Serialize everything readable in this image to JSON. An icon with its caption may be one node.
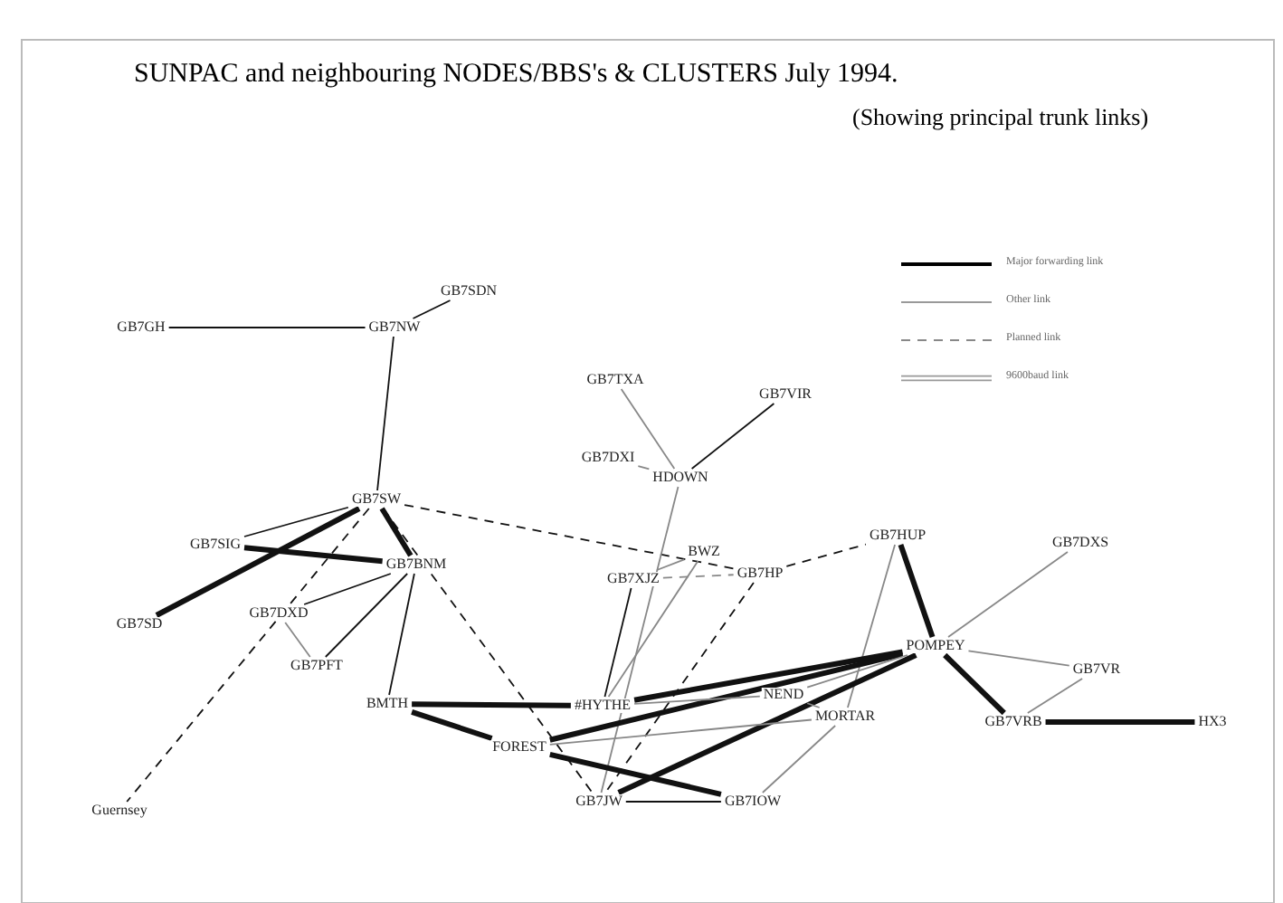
{
  "diagram": {
    "title": "SUNPAC and neighbouring NODES/BBS's & CLUSTERS  July 1994.",
    "nodes": [
      {
        "text": [
          "GB7GH"
        ]
      },
      {
        "text": [
          "GB7NW"
        ]
      },
      {
        "text": [
          "GB7SDN"
        ]
      },
      {
        "text": [
          "GB7SW"
        ]
      },
      {
        "text": [
          "GB7SIG"
        ]
      },
      {
        "text": [
          "GB7SD"
        ]
      },
      {
        "text": [
          "GB7TXA"
        ]
      },
      {
        "text": [
          "GB7VIR"
        ]
      },
      {
        "text": [
          "GB7DXI"
        ]
      },
      {
        "text": [
          "HDOWN"
        ]
      },
      {
        "text": [
          "GB7BNM"
        ]
      },
      {
        "text": [
          "GB7DXD"
        ]
      },
      {
        "text": [
          "BWZ"
        ]
      },
      {
        "text": [
          "GB7XJZ"
        ]
      },
      {
        "text": [
          "GB7HP"
        ]
      },
      {
        "text": [
          "GB7HUP"
        ]
      },
      {
        "text": [
          "GB7DXS"
        ]
      },
      {
        "text": [
          "GB7PFT"
        ]
      },
      {
        "text": [
          "POMPEY"
        ]
      },
      {
        "text": [
          "BMTH"
        ]
      },
      {
        "text": [
          "#HYTHE"
        ]
      },
      {
        "text": [
          "NEND"
        ]
      },
      {
        "text": [
          "GB7VR"
        ]
      },
      {
        "text": [
          "MORTAR"
        ]
      },
      {
        "text": [
          "GB7VRB"
        ]
      },
      {
        "text": [
          "HX3"
        ]
      },
      {
        "text": [
          "FOREST"
        ]
      },
      {
        "text": [
          "Guernsey"
        ]
      },
      {
        "text": [
          "GB7JW"
        ]
      },
      {
        "text": [
          "GB7IOW"
        ]
      }
    ],
    "edges": [
      {
        "from": 0,
        "to": 1,
        "arrow": "none"
      },
      {
        "from": 1,
        "to": 2,
        "arrow": "none"
      },
      {
        "from": 1,
        "to": 3,
        "arrow": "none"
      },
      {
        "from": 3,
        "to": 4,
        "arrow": "none"
      },
      {
        "from": 3,
        "to": 5,
        "arrow": "none",
        "style": "thick"
      },
      {
        "from": 4,
        "to": 10,
        "arrow": "none",
        "style": "thick"
      },
      {
        "from": 3,
        "to": 10,
        "arrow": "none",
        "style": "thick"
      },
      {
        "from": 3,
        "to": 27,
        "arrow": "none",
        "style": "dashed"
      },
      {
        "from": 3,
        "to": 28,
        "arrow": "none",
        "style": "dashed"
      },
      {
        "from": 3,
        "to": 14,
        "arrow": "none",
        "style": "dashed"
      },
      {
        "from": 10,
        "to": 11,
        "arrow": "none"
      },
      {
        "from": 10,
        "to": 17,
        "arrow": "none"
      },
      {
        "from": 11,
        "to": 17,
        "arrow": "none",
        "color": "#888888"
      },
      {
        "from": 10,
        "to": 19,
        "arrow": "none"
      },
      {
        "from": 19,
        "to": 20,
        "arrow": "none",
        "style": "thick"
      },
      {
        "from": 19,
        "to": 26,
        "arrow": "none",
        "style": "thick"
      },
      {
        "from": 6,
        "to": 9,
        "arrow": "none",
        "color": "#888888"
      },
      {
        "from": 8,
        "to": 9,
        "arrow": "none",
        "color": "#888888"
      },
      {
        "from": 7,
        "to": 9,
        "arrow": "none"
      },
      {
        "from": 9,
        "to": 28,
        "arrow": "none",
        "color": "#888888"
      },
      {
        "from": 12,
        "to": 13,
        "arrow": "none",
        "color": "#888888"
      },
      {
        "from": 12,
        "to": 20,
        "arrow": "none",
        "color": "#888888"
      },
      {
        "from": 13,
        "to": 14,
        "arrow": "none",
        "style": "dashed",
        "color": "#888888"
      },
      {
        "from": 13,
        "to": 20,
        "arrow": "none"
      },
      {
        "from": 14,
        "to": 15,
        "arrow": "none",
        "style": "dashed"
      },
      {
        "from": 14,
        "to": 28,
        "arrow": "none",
        "style": "dashed"
      },
      {
        "from": 15,
        "to": 18,
        "arrow": "none",
        "style": "thick"
      },
      {
        "from": 15,
        "to": 23,
        "arrow": "none",
        "color": "#888888"
      },
      {
        "from": 18,
        "to": 20,
        "arrow": "none",
        "style": "thick"
      },
      {
        "from": 18,
        "to": 26,
        "arrow": "none",
        "style": "thick"
      },
      {
        "from": 18,
        "to": 28,
        "arrow": "none",
        "style": "thick"
      },
      {
        "from": 18,
        "to": 21,
        "arrow": "none",
        "color": "#888888"
      },
      {
        "from": 18,
        "to": 16,
        "arrow": "none",
        "color": "#888888"
      },
      {
        "from": 18,
        "to": 22,
        "arrow": "none",
        "color": "#888888"
      },
      {
        "from": 18,
        "to": 24,
        "arrow": "none",
        "style": "thick"
      },
      {
        "from": 22,
        "to": 24,
        "arrow": "none",
        "color": "#888888"
      },
      {
        "from": 24,
        "to": 25,
        "arrow": "none",
        "style": "thick"
      },
      {
        "from": 20,
        "to": 21,
        "arrow": "none",
        "color": "#888888"
      },
      {
        "from": 21,
        "to": 23,
        "arrow": "none",
        "color": "#888888"
      },
      {
        "from": 26,
        "to": 23,
        "arrow": "none",
        "color": "#888888"
      },
      {
        "from": 26,
        "to": 29,
        "arrow": "none",
        "style": "thick"
      },
      {
        "from": 28,
        "to": 29,
        "arrow": "none"
      },
      {
        "from": 23,
        "to": 29,
        "arrow": "none",
        "color": "#888888"
      }
    ],
    "labels": [
      "(Showing principal trunk links)"
    ],
    "legend": [
      {
        "text": "Major forwarding link"
      },
      {
        "text": "Other link"
      },
      {
        "text": "Planned link"
      },
      {
        "text": "9600baud link"
      }
    ]
  }
}
